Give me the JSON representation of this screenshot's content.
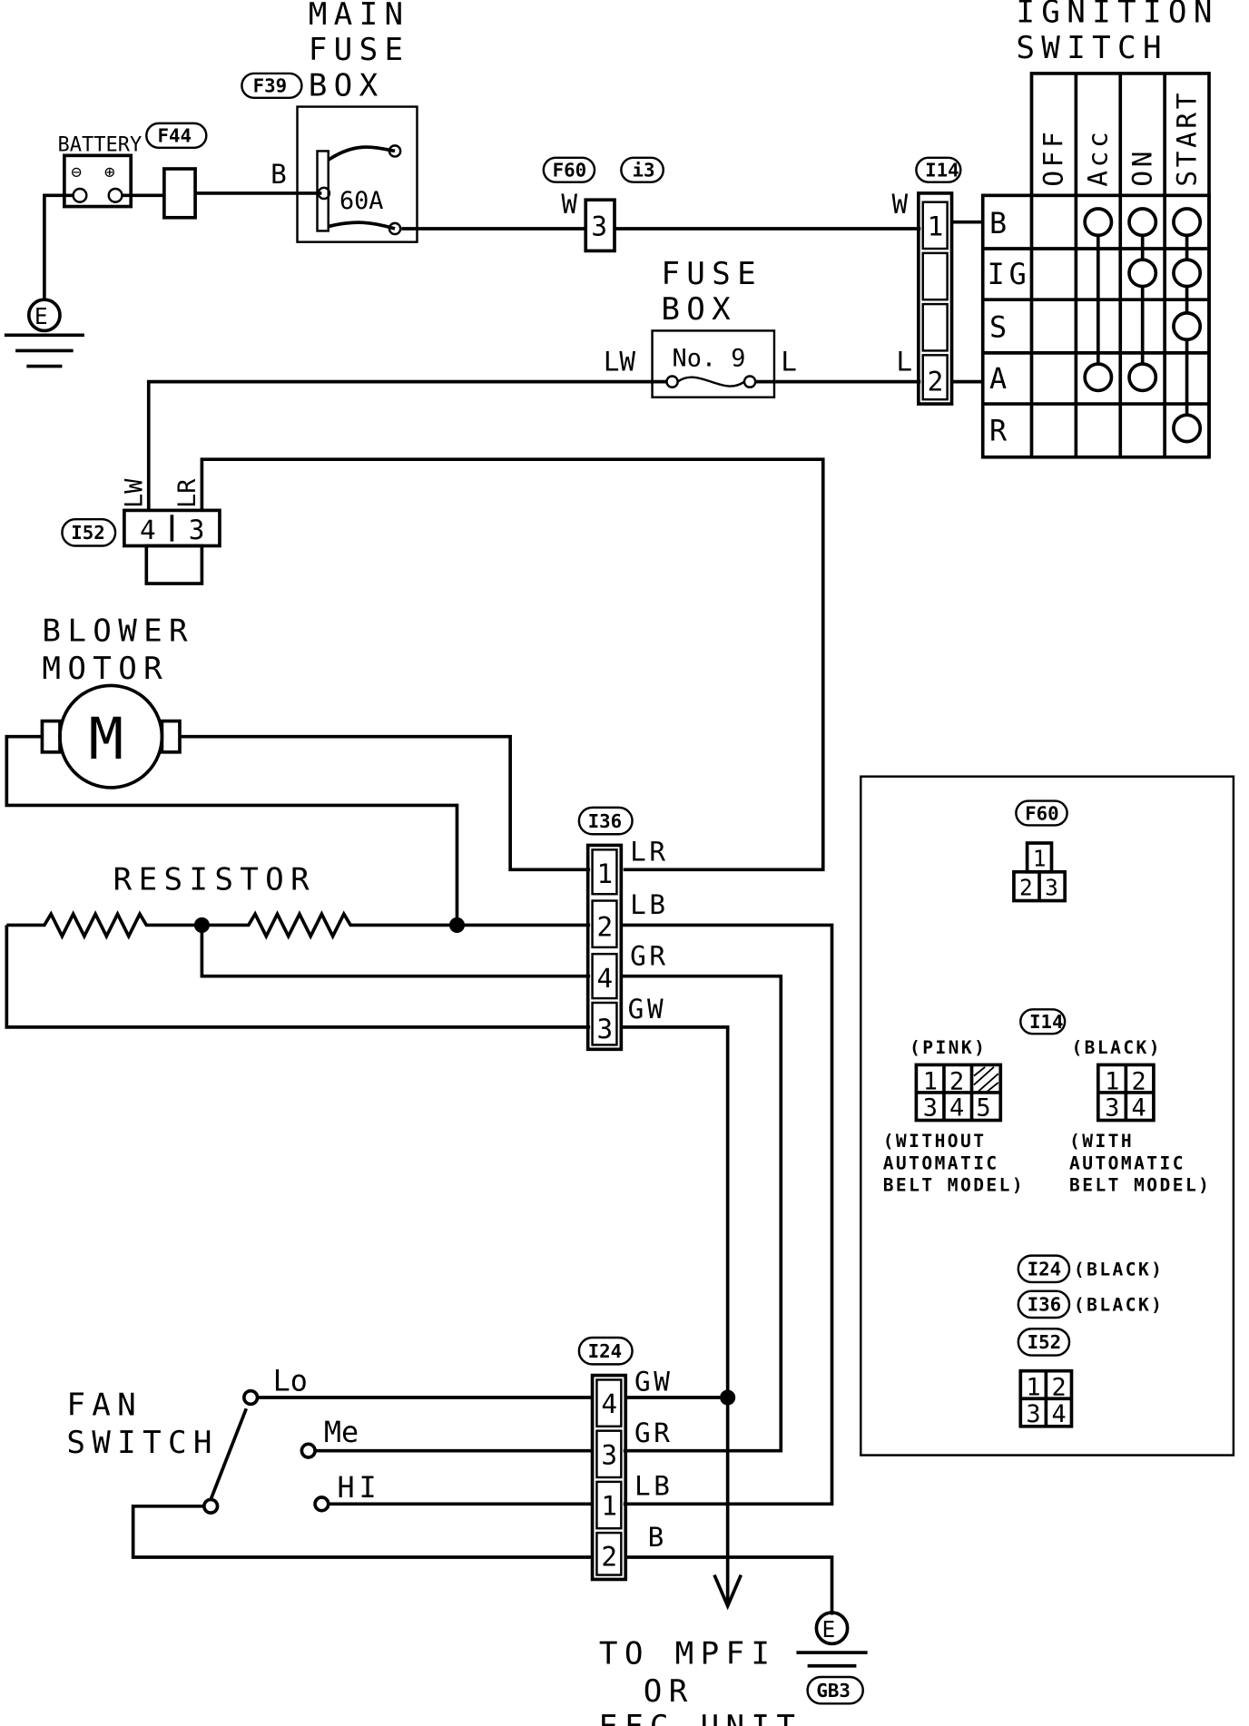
{
  "labels": {
    "main_fuse_box": [
      "MAIN",
      "FUSE",
      "BOX"
    ],
    "ignition_switch": [
      "IGNITION",
      "SWITCH"
    ],
    "fuse_box": [
      "FUSE",
      "BOX"
    ],
    "battery": "BATTERY",
    "fuse_60a": "60A",
    "fuse_no9": "No. 9",
    "blower_motor": [
      "BLOWER",
      "MOTOR"
    ],
    "motor_symbol": "M",
    "resistor": "RESISTOR",
    "fan_switch": [
      "FAN",
      "SWITCH"
    ],
    "to_unit": [
      "TO MPFI",
      "OR",
      "EFC UNIT"
    ],
    "ground": "E",
    "ground_code": "GB3"
  },
  "connectors": {
    "f39": "F39",
    "f44": "F44",
    "f60": "F60",
    "i3": "i3",
    "i14": "I14",
    "i52": "I52",
    "i36": "I36",
    "i24": "I24"
  },
  "wires": {
    "b": "B",
    "w": "W",
    "lw": "LW",
    "l": "L",
    "lr": "LR",
    "lb": "LB",
    "gr": "GR",
    "gw": "GW"
  },
  "pins": {
    "i3": "3",
    "i14": [
      "1",
      "2"
    ],
    "i52": [
      "4",
      "3"
    ],
    "i36": [
      "1",
      "2",
      "4",
      "3"
    ],
    "i24": [
      "4",
      "3",
      "1",
      "2"
    ]
  },
  "fan_positions": [
    "Lo",
    "Me",
    "HI"
  ],
  "ignition_table": {
    "columns": [
      "OFF",
      "Acc",
      "ON",
      "START"
    ],
    "rows": [
      "B",
      "IG",
      "S",
      "A",
      "R"
    ]
  },
  "legend": {
    "f60": "F60",
    "f60_pins": [
      "1",
      "2",
      "3"
    ],
    "i14": "I14",
    "pink_note": "(PINK)",
    "black_note": "(BLACK)",
    "pink_pins": [
      "1",
      "2",
      "3",
      "4",
      "5"
    ],
    "black_pins": [
      "1",
      "2",
      "3",
      "4"
    ],
    "without_note": [
      "(WITHOUT",
      "AUTOMATIC",
      "BELT MODEL)"
    ],
    "with_note": [
      "(WITH",
      "AUTOMATIC",
      "BELT MODEL)"
    ],
    "i24": "I24",
    "i36": "I36",
    "i52": "I52",
    "i24_note": "(BLACK)",
    "i36_note": "(BLACK)",
    "i52_pins": [
      "1",
      "2",
      "3",
      "4"
    ]
  }
}
